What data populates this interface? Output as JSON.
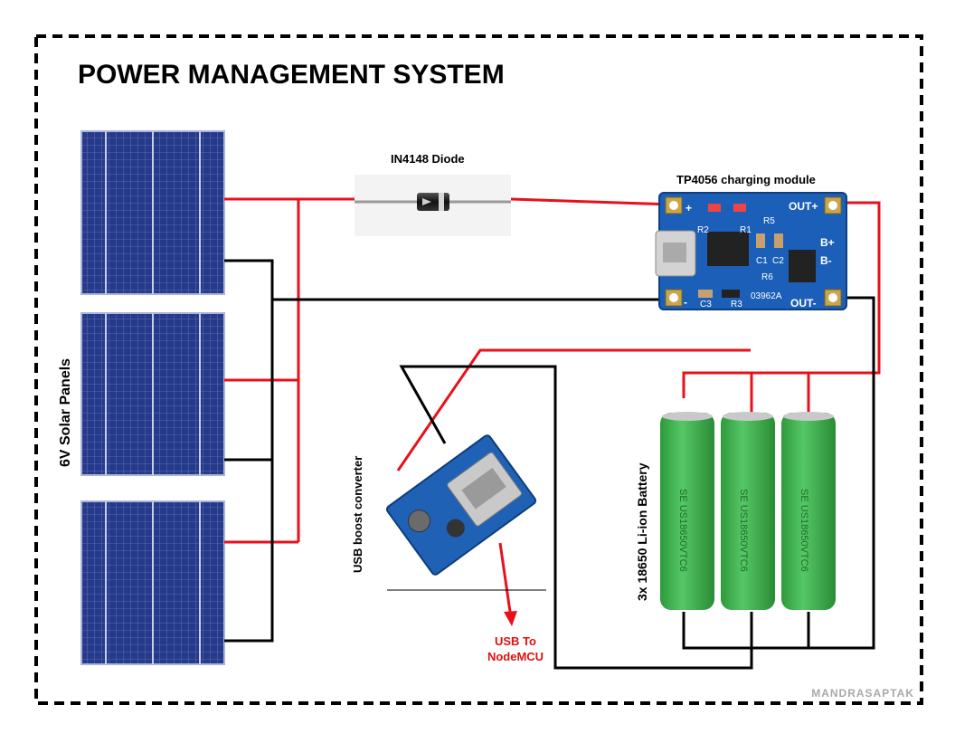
{
  "title": "POWER MANAGEMENT SYSTEM",
  "solar": {
    "label": "6V Solar Panels",
    "count": 3
  },
  "diode": {
    "label": "IN4148 Diode"
  },
  "charger": {
    "label": "TP4056 charging module",
    "pins": {
      "in_plus": "+",
      "in_minus": "-",
      "out_plus": "OUT+",
      "out_minus": "OUT-",
      "b_plus": "B+",
      "b_minus": "B-"
    },
    "board_text": [
      "R5",
      "R2",
      "R1",
      "C1",
      "C2",
      "R6",
      "C3",
      "R3",
      "03962A"
    ]
  },
  "boost": {
    "label": "USB boost converter"
  },
  "battery": {
    "label": "3x 18650 Li-ion Battery",
    "count": 3,
    "cell_text": "SE US18650VTC6"
  },
  "usb_output": {
    "line1": "USB To",
    "line2": "NodeMCU"
  },
  "watermark": "MANDRASAPTAK",
  "colors": {
    "wire_positive": "#e8101a",
    "wire_negative": "#000000",
    "panel": "#2a3f8f",
    "pcb": "#1b5fb8",
    "battery": "#39b54a"
  }
}
